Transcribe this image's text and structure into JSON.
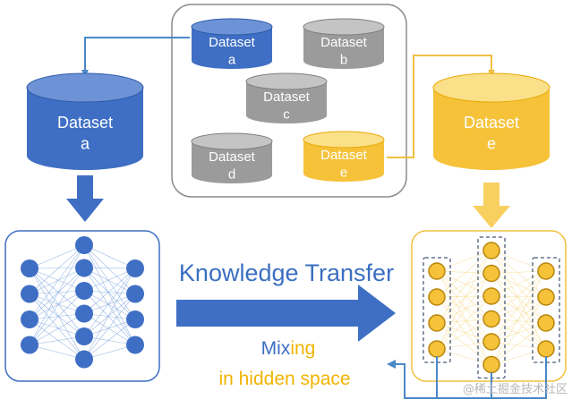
{
  "colors": {
    "blue": "#3f6fc4",
    "blue_dark": "#2e5aa8",
    "gold": "#f5c23a",
    "gold_dark": "#e8a800",
    "gray": "#9b9b9b",
    "gray_dark": "#7f7f7f",
    "line_blue": "#4a88c7",
    "line_gold": "#f0c040",
    "text_blue": "#3b6fc1",
    "text_gold": "#f0b400"
  },
  "pool": {
    "datasets": [
      {
        "id": "a",
        "line1": "Dataset",
        "line2": "a",
        "color": "blue"
      },
      {
        "id": "b",
        "line1": "Dataset",
        "line2": "b",
        "color": "gray"
      },
      {
        "id": "c",
        "line1": "Dataset",
        "line2": "c",
        "color": "gray"
      },
      {
        "id": "d",
        "line1": "Dataset",
        "line2": "d",
        "color": "gray"
      },
      {
        "id": "e",
        "line1": "Dataset",
        "line2": "e",
        "color": "gold"
      }
    ]
  },
  "source": {
    "line1": "Dataset",
    "line2": "a"
  },
  "target": {
    "line1": "Dataset",
    "line2": "e"
  },
  "transfer_label": "Knowledge Transfer",
  "mixing": {
    "part1": "Mix",
    "part2": "ing",
    "line2": "in hidden space"
  },
  "watermark": "@稀土掘金技术社区",
  "networks": {
    "source_layers": [
      4,
      6,
      4
    ],
    "target_layers": [
      4,
      6,
      4
    ]
  }
}
